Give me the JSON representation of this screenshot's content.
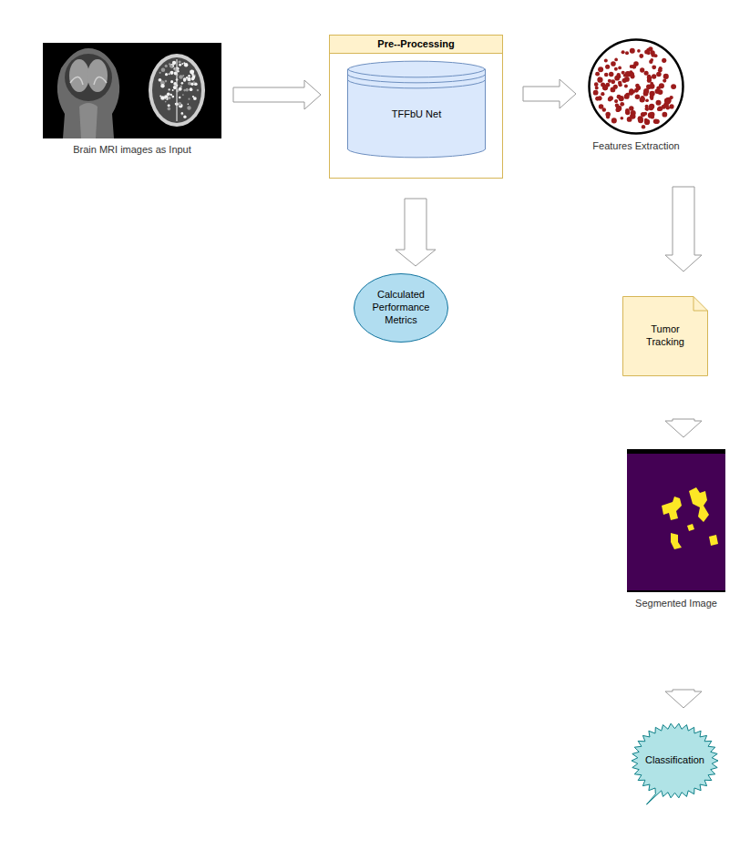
{
  "diagram": {
    "nodes": [
      {
        "text": [
          "Brain MRI images as Input"
        ]
      },
      {
        "text": [
          "Pre--Processing"
        ]
      },
      {
        "text": [
          "TFFbU Net"
        ],
        "in": 1
      },
      {
        "text": [
          "Features Extraction"
        ]
      },
      {
        "text": [
          "Calculated Performance Metrics"
        ]
      },
      {
        "text": [
          "Tumor Tracking"
        ]
      },
      {
        "text": [
          "Segmented Image"
        ]
      },
      {
        "text": [
          "Classification"
        ]
      }
    ],
    "edges": [
      {
        "from": 0,
        "to": 1,
        "arrow": "to"
      },
      {
        "from": 1,
        "to": 3,
        "arrow": "to"
      },
      {
        "from": 1,
        "to": 4,
        "arrow": "to"
      },
      {
        "from": 3,
        "to": 5,
        "arrow": "to"
      },
      {
        "from": 5,
        "to": 6,
        "arrow": "to"
      },
      {
        "from": 6,
        "to": 7,
        "arrow": "to"
      }
    ]
  }
}
